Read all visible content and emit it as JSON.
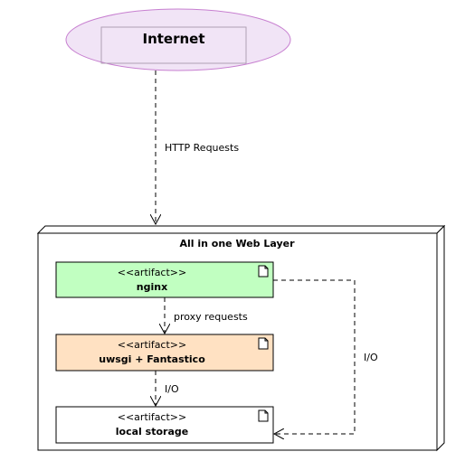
{
  "cloud": {
    "label": "Internet",
    "fill": "#f1e4f6",
    "stroke": "#c77fd0"
  },
  "edges": {
    "http": "HTTP Requests",
    "proxy": "proxy requests",
    "io_uwsgi": "I/O",
    "io_nginx": "I/O"
  },
  "node": {
    "title": "All in one Web Layer"
  },
  "artifacts": [
    {
      "stereotype": "<<artifact>>",
      "name": "nginx",
      "fill": "#c1ffc1"
    },
    {
      "stereotype": "<<artifact>>",
      "name": "uwsgi + Fantastico",
      "fill": "#ffe1c2"
    },
    {
      "stereotype": "<<artifact>>",
      "name": "local storage",
      "fill": "#ffffff"
    }
  ]
}
